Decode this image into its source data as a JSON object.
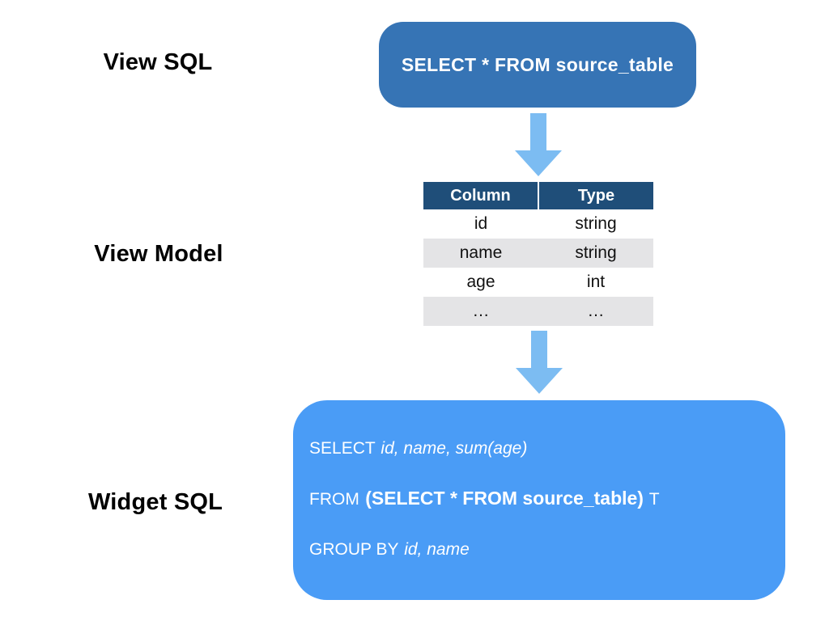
{
  "colors": {
    "view_sql_box": "#3674B5",
    "widget_sql_box": "#4A9CF6",
    "arrow": "#7CBCF2",
    "table_header_bg": "#1F4E79",
    "table_stripe": "#E4E4E6",
    "text_on_blue": "#FFFFFF",
    "label_text": "#000000"
  },
  "view_sql": {
    "label": "View SQL",
    "sql": "SELECT * FROM source_table"
  },
  "view_model": {
    "label": "View Model",
    "table": {
      "headers": [
        "Column",
        "Type"
      ],
      "rows": [
        [
          "id",
          "string"
        ],
        [
          "name",
          "string"
        ],
        [
          "age",
          "int"
        ],
        [
          "…",
          "…"
        ]
      ]
    }
  },
  "widget_sql": {
    "label": "Widget SQL",
    "line1": {
      "keyword": "SELECT",
      "columns_italic": "id, name, sum(age)"
    },
    "line2": {
      "keyword": "FROM",
      "subquery_bold": "(SELECT * FROM source_table)",
      "alias": "T"
    },
    "line3": {
      "keyword": "GROUP BY",
      "columns_italic": "id, name"
    }
  }
}
